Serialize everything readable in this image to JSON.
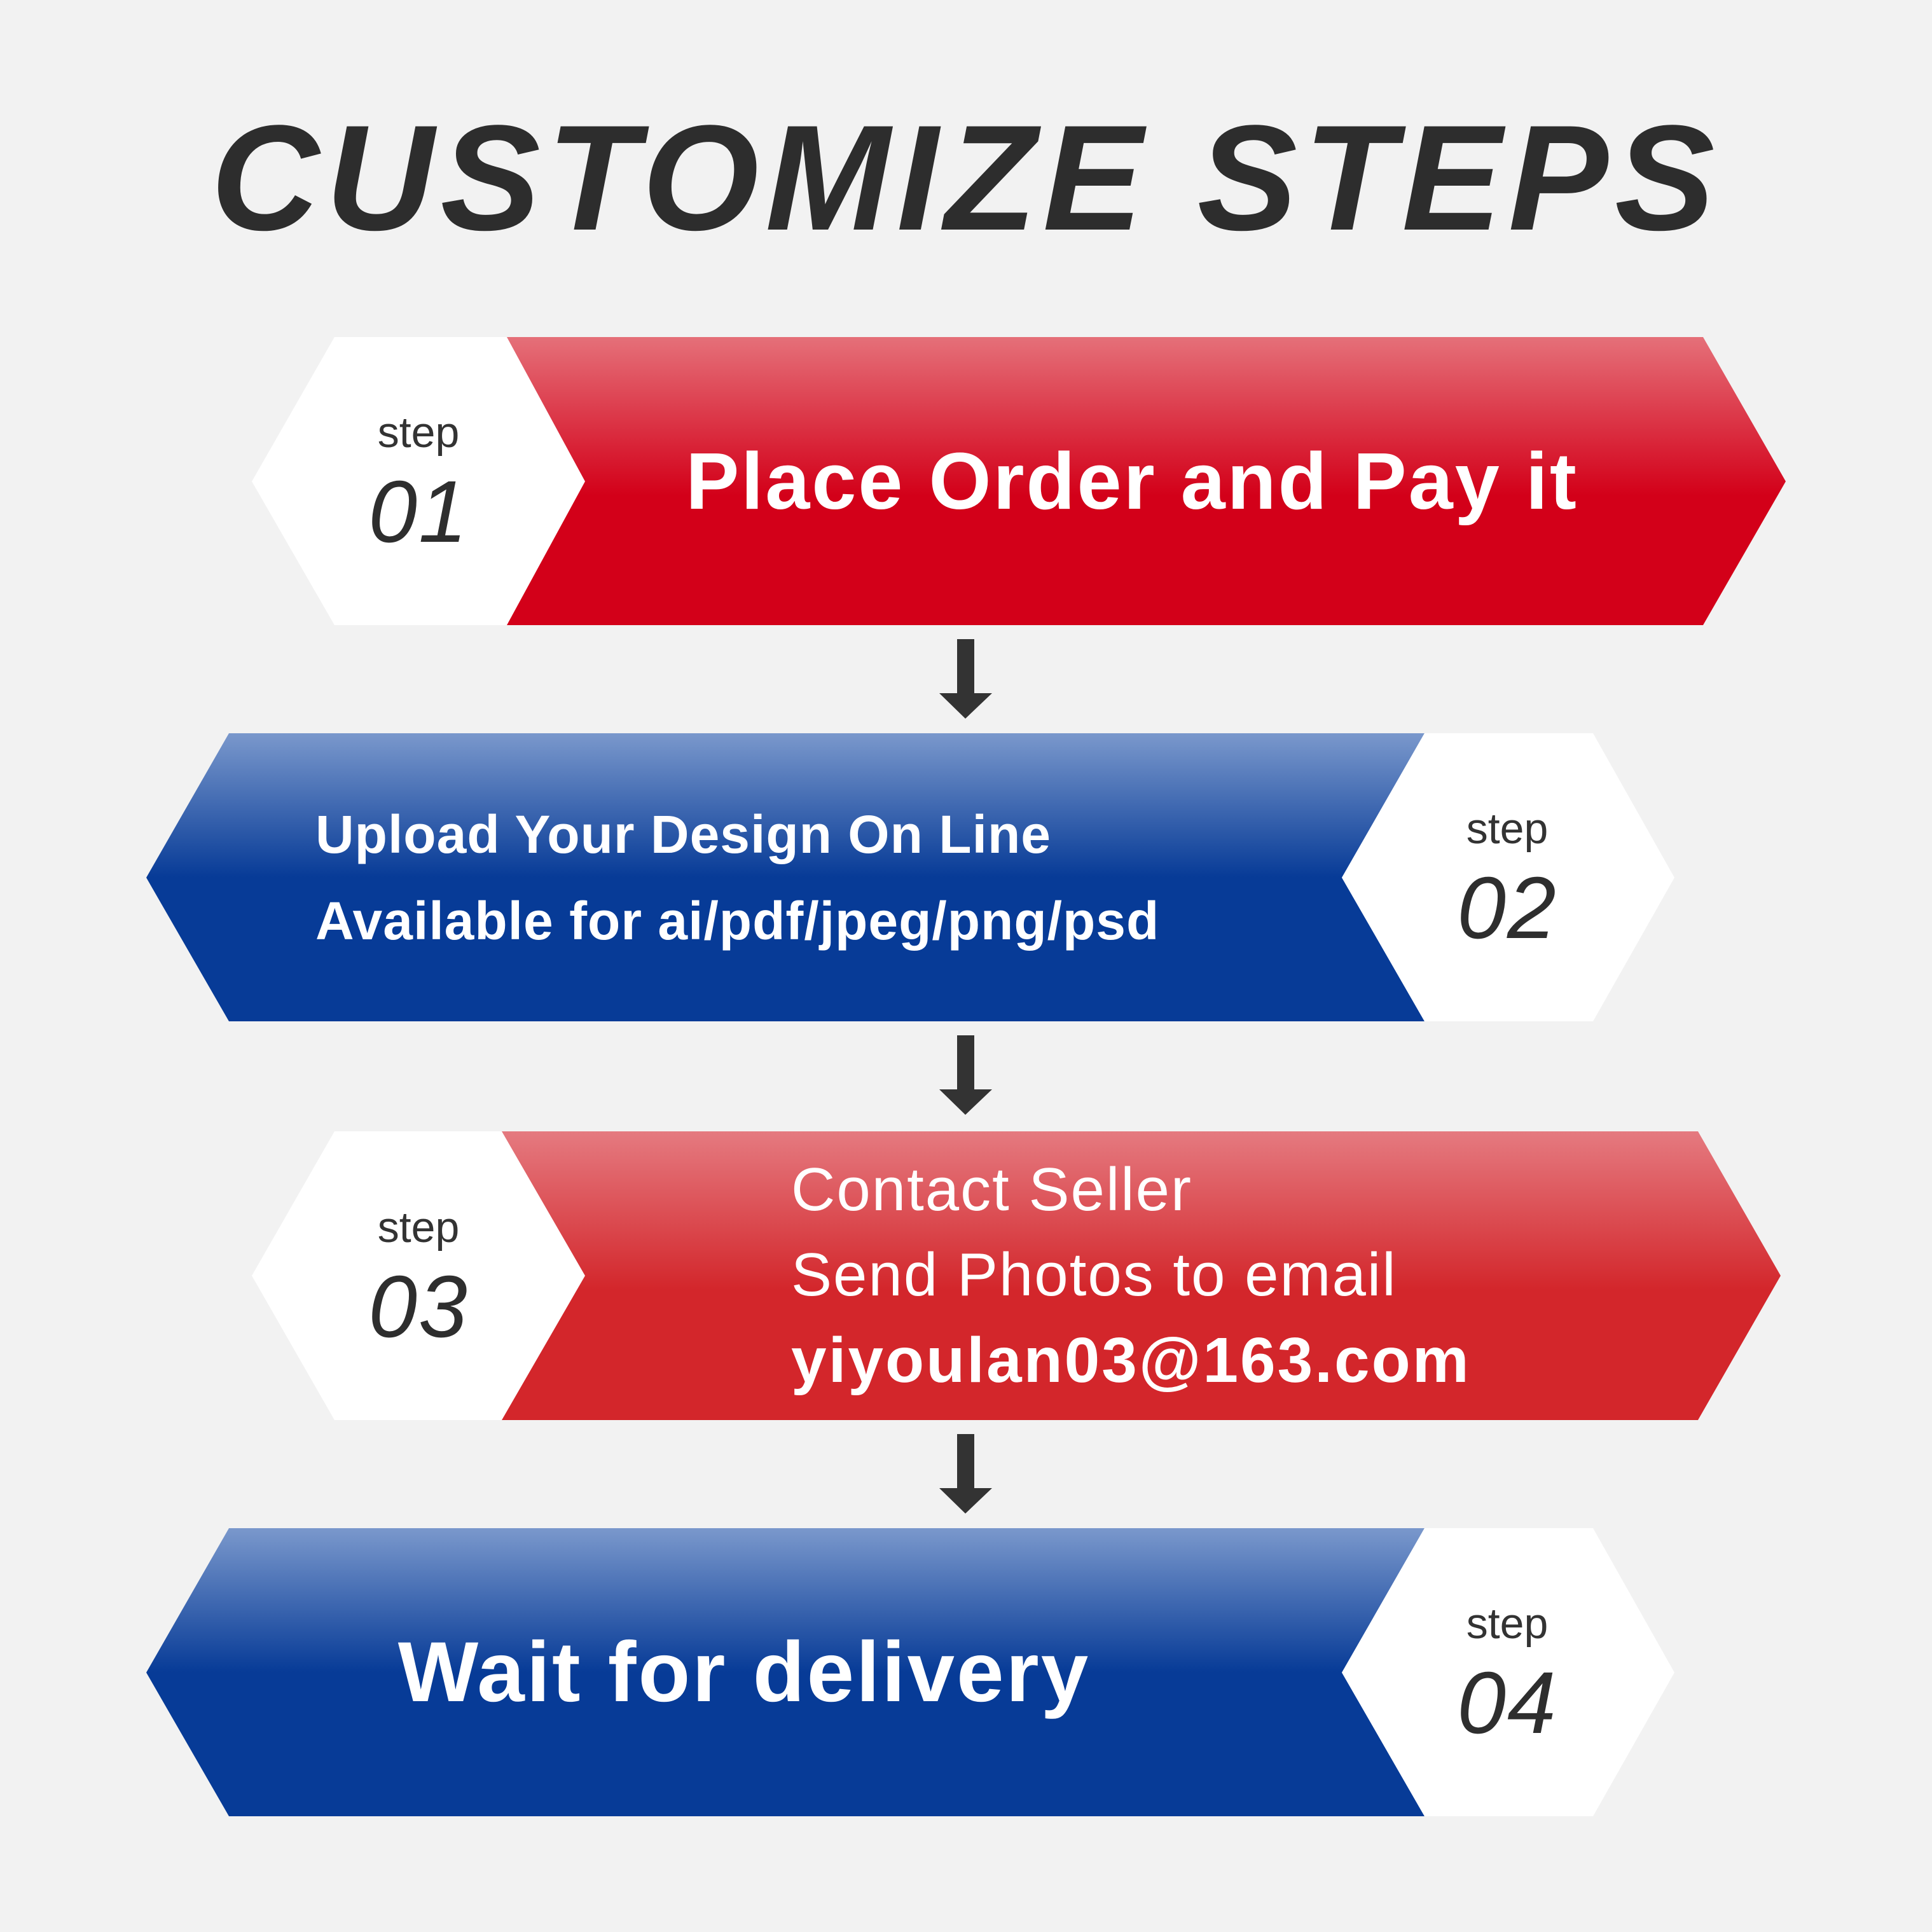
{
  "title": "CUSTOMIZE STEPS",
  "colors": {
    "background": "#f2f2f2",
    "red": "#d30019",
    "red_light": "#e57079",
    "blue": "#073b97",
    "blue_light": "#7a98cc",
    "arrow": "#333333"
  },
  "steps": [
    {
      "step_label": "step",
      "number": "01",
      "color": "red",
      "lines": [
        "Place Order and Pay it"
      ]
    },
    {
      "step_label": "step",
      "number": "02",
      "color": "blue",
      "lines": [
        "Upload Your Design On Line",
        "Available for ai/pdf/jpeg/png/psd"
      ]
    },
    {
      "step_label": "step",
      "number": "03",
      "color": "red",
      "lines": [
        "Contact Seller",
        "Send Photos to email",
        "yiyoulan03@163.com"
      ]
    },
    {
      "step_label": "step",
      "number": "04",
      "color": "blue",
      "lines": [
        "Wait for delivery"
      ]
    }
  ]
}
